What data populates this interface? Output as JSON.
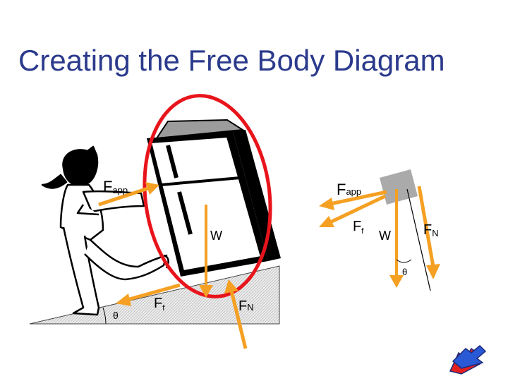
{
  "title": "Creating the Free Body Diagram",
  "labels": {
    "fapp_left": "F",
    "fapp_left_sub": "app",
    "fapp_right": "F",
    "fapp_right_sub": "app",
    "w_left": "W",
    "ff_right": "F",
    "ff_right_sub": "f",
    "w_right": "W",
    "fn_right": "F",
    "fn_right_sub": "N",
    "theta_right": "θ",
    "theta_left": "θ",
    "ff_left": "F",
    "ff_left_sub": "f",
    "fn_left": "F",
    "fn_left_sub": "N"
  },
  "colors": {
    "title": "#2b3a8c",
    "arrow": "#f5a023",
    "circle": "#e8141b",
    "block": "#aaaaaa",
    "ramp_fill": "#e6e6e6",
    "fridge_top": "#9c9c9c",
    "nav_red": "#e32020",
    "nav_blue": "#2a59d6"
  },
  "icons": {
    "nav": "nav-arrows-icon"
  }
}
